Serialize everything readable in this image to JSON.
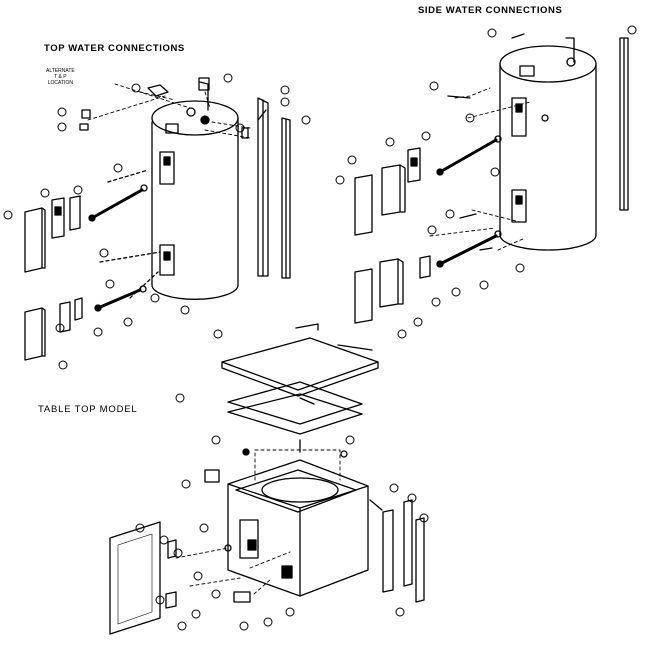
{
  "captions": {
    "top_water": "TOP WATER CONNECTIONS",
    "side_water": "SIDE WATER CONNECTIONS",
    "table_top": "TABLE TOP MODEL"
  },
  "note": {
    "line1": "ALTERNATE",
    "line2": "T & P",
    "line3": "LOCATION"
  }
}
